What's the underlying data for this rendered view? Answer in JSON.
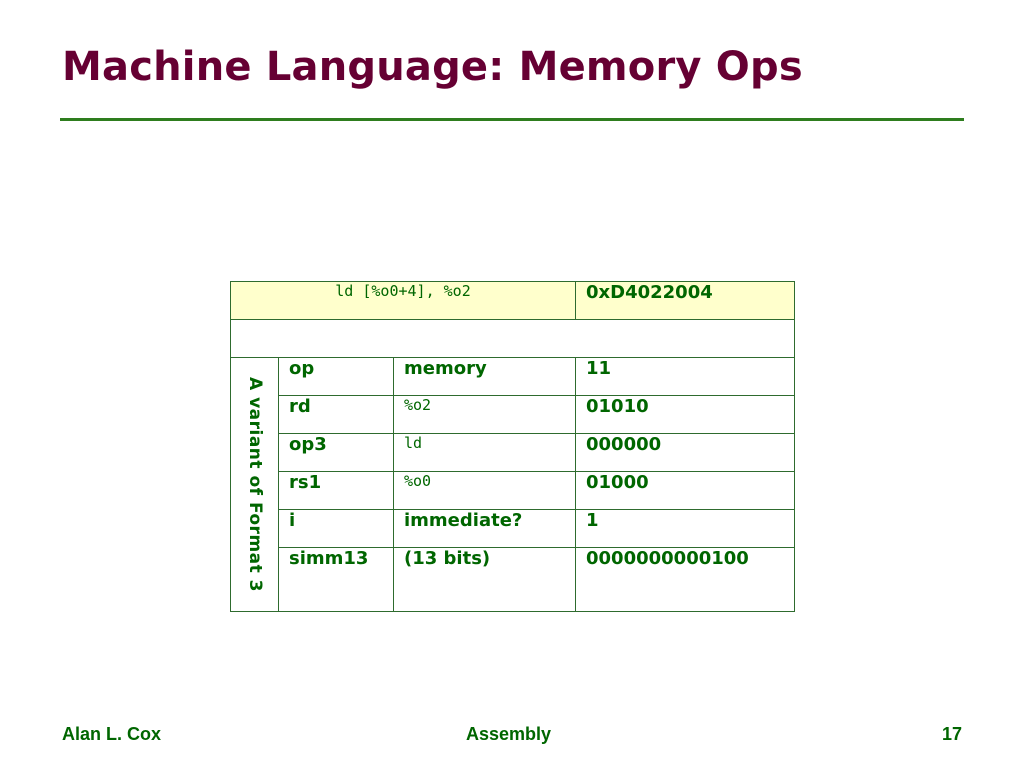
{
  "slide": {
    "title": "Machine Language: Memory Ops"
  },
  "table": {
    "instruction": "ld [%o0+4], %o2",
    "encoding": "0xD4022004",
    "side_label": "A variant of Format 3",
    "rows": [
      {
        "field": "op",
        "meaning": "memory",
        "value": "11"
      },
      {
        "field": "rd",
        "meaning": "%o2",
        "value": "01010"
      },
      {
        "field": "op3",
        "meaning": "ld",
        "value": "000000"
      },
      {
        "field": "rs1",
        "meaning": "%o0",
        "value": "01000"
      },
      {
        "field": "i",
        "meaning": "immediate?",
        "value": "1"
      },
      {
        "field": "simm13",
        "meaning": "(13 bits)",
        "value": "0000000000100"
      }
    ]
  },
  "footer": {
    "author": "Alan L. Cox",
    "topic": "Assembly",
    "page": "17"
  },
  "colors": {
    "title": "#660033",
    "accent": "#006600",
    "header_fill": "#ffffcc"
  }
}
